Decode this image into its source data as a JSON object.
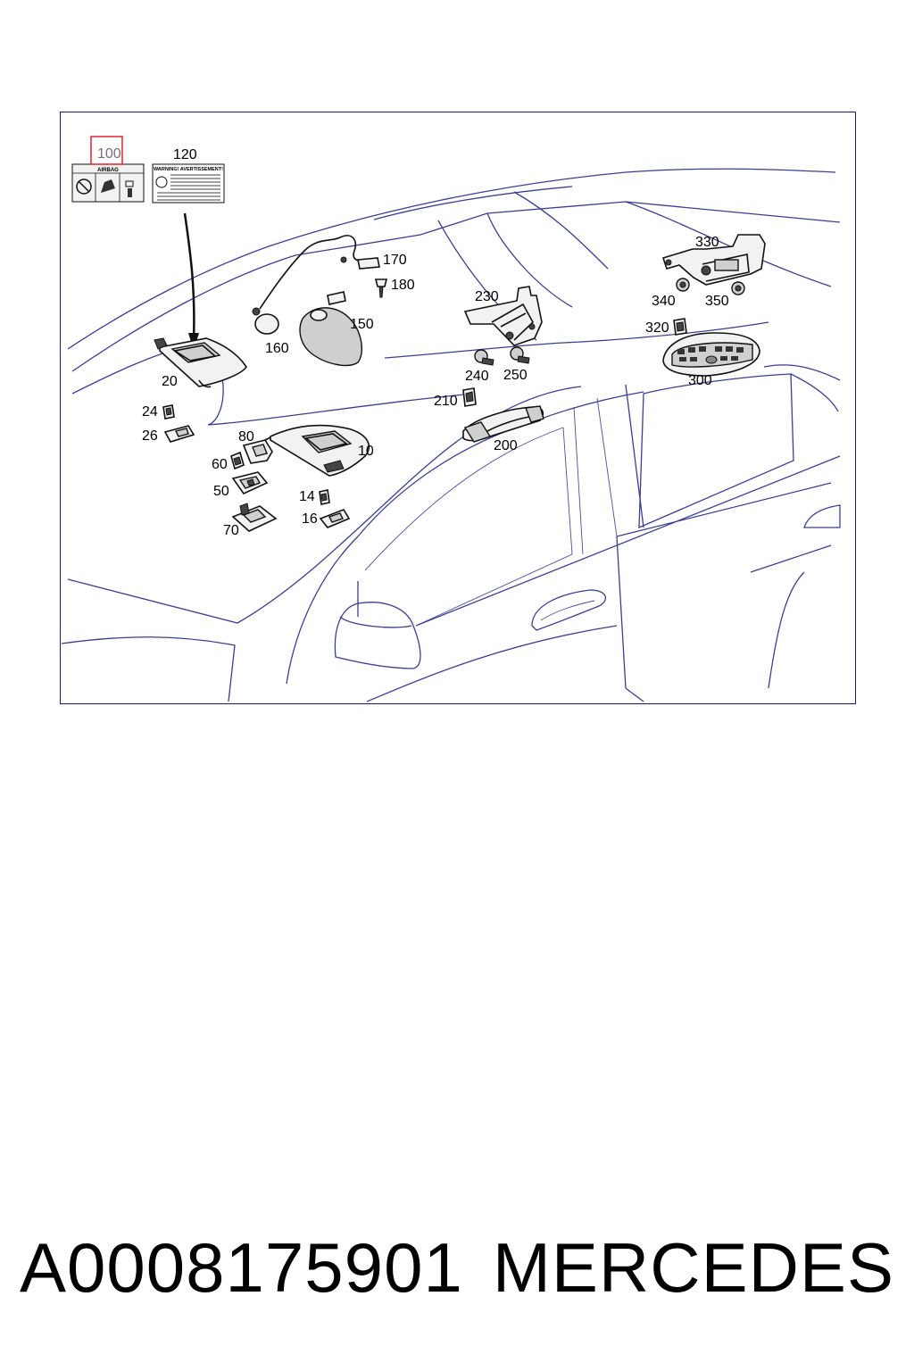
{
  "diagram": {
    "labels": [
      "100",
      "120",
      "170",
      "180",
      "150",
      "160",
      "20",
      "24",
      "26",
      "80",
      "60",
      "50",
      "70",
      "10",
      "14",
      "16",
      "230",
      "240",
      "250",
      "210",
      "200",
      "330",
      "340",
      "350",
      "320",
      "300"
    ],
    "warning_label_title": "WARNING! AVERTISSEMENT!",
    "airbag_label_title": "AIRBAG"
  },
  "footer": {
    "part_number": "A0008175901",
    "brand": "MERCEDES"
  }
}
